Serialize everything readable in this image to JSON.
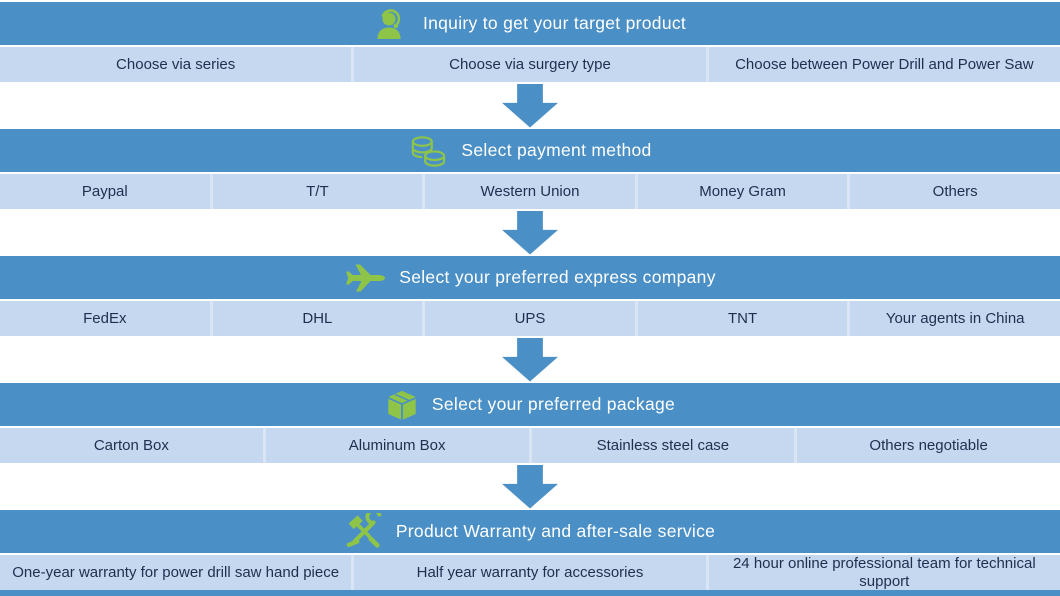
{
  "colors": {
    "header_blue": "#4a8fc6",
    "row_light_blue": "#c5d8ef",
    "divider_blue": "#d9e4f4",
    "arrow_blue": "#4a8fc6",
    "icon_green": "#8ec549",
    "header_text": "#ffffff",
    "cell_text": "#1e2f4f"
  },
  "sections": [
    {
      "icon": "support-agent-icon",
      "title": "Inquiry to get your target product",
      "cells": [
        "Choose via series",
        "Choose via surgery type",
        "Choose  between Power Drill and Power Saw"
      ]
    },
    {
      "icon": "coins-icon",
      "title": "Select payment method",
      "cells": [
        "Paypal",
        "T/T",
        "Western Union",
        "Money Gram",
        "Others"
      ]
    },
    {
      "icon": "plane-icon",
      "title": "Select your preferred express company",
      "cells": [
        "FedEx",
        "DHL",
        "UPS",
        "TNT",
        "Your agents in China"
      ]
    },
    {
      "icon": "package-box-icon",
      "title": "Select your preferred package",
      "cells": [
        "Carton Box",
        "Aluminum Box",
        "Stainless steel case",
        "Others negotiable"
      ]
    },
    {
      "icon": "tools-icon",
      "title": "Product Warranty and after-sale service",
      "cells": [
        "One-year warranty for power drill saw hand piece",
        "Half year warranty for accessories",
        "24 hour online  professional team for technical support"
      ]
    }
  ]
}
